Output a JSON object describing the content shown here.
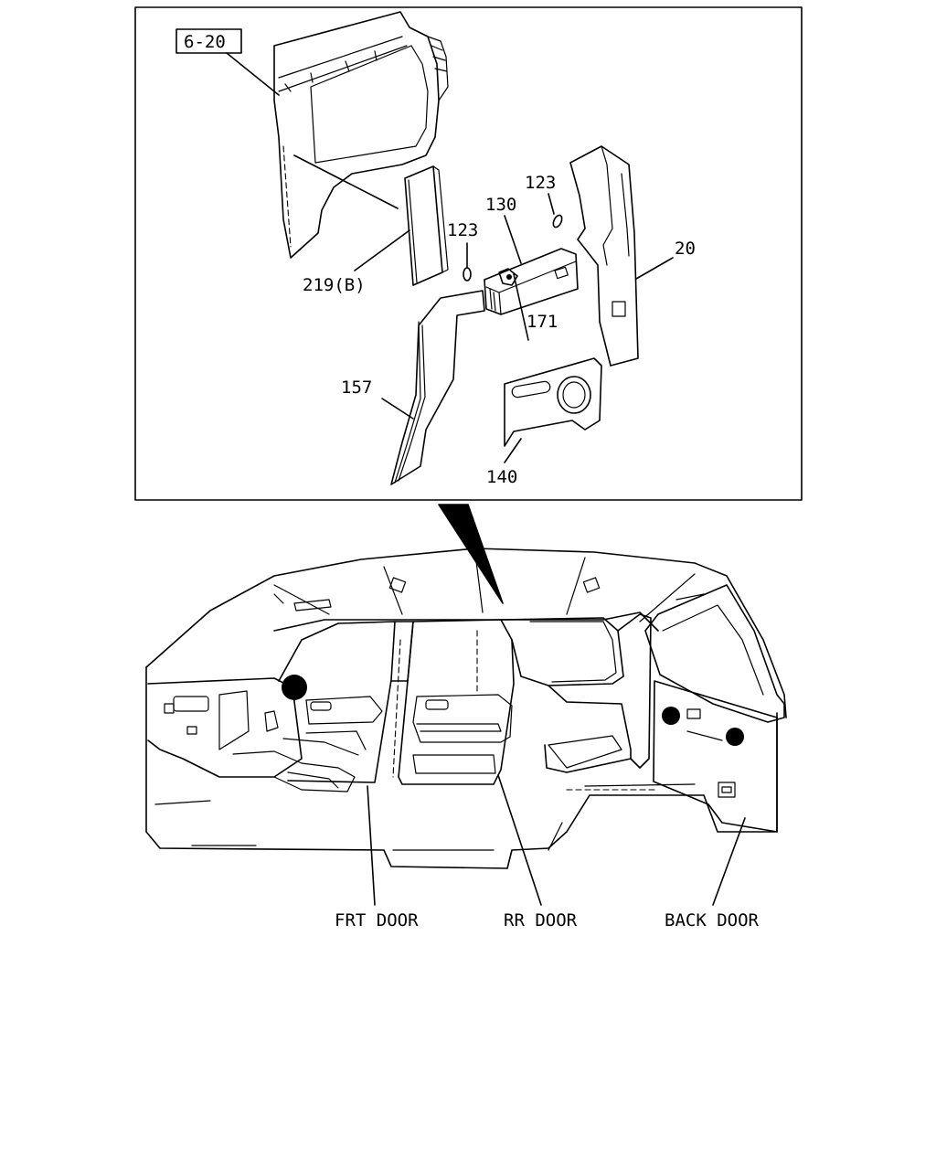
{
  "ref_box": "6-20",
  "callouts": {
    "c219": "219(B)",
    "c123a": "123",
    "c123b": "123",
    "c130": "130",
    "c20": "20",
    "c171": "171",
    "c157": "157",
    "c140": "140"
  },
  "door_labels": {
    "front": "FRT DOOR",
    "rear": "RR DOOR",
    "back": "BACK DOOR"
  }
}
